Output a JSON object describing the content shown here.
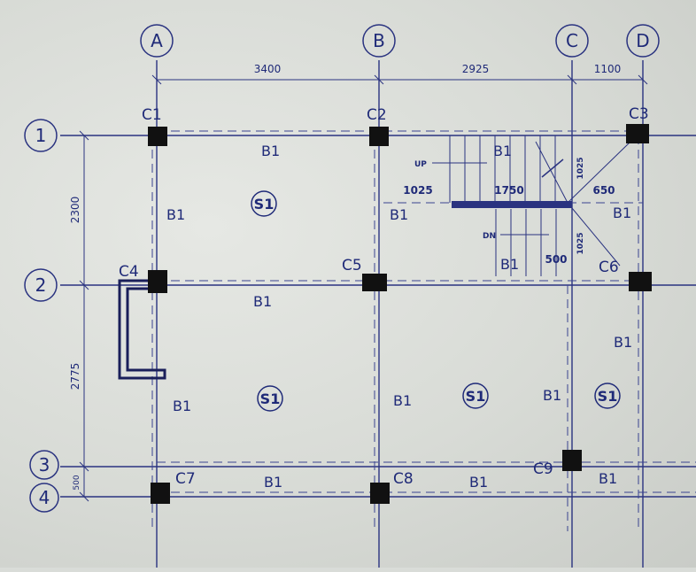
{
  "grid": {
    "columns": [
      "A",
      "B",
      "C",
      "D"
    ],
    "rows": [
      "1",
      "2",
      "3",
      "4"
    ]
  },
  "dimensions": {
    "horizontal": [
      "3400",
      "2925",
      "1100"
    ],
    "vertical": [
      "2300",
      "2775",
      "500"
    ]
  },
  "column_labels": [
    "C1",
    "C2",
    "C3",
    "C4",
    "C5",
    "C6",
    "C7",
    "C8",
    "C9"
  ],
  "beam_label": "B1",
  "slab_label": "S1",
  "stair": {
    "up": "UP",
    "down": "DN",
    "dims": [
      "1025",
      "1750",
      "1025",
      "650",
      "500",
      "1025"
    ]
  },
  "colors": {
    "ink": "#1f2a78",
    "column_fill": "#111111",
    "paper": "#dcdfda"
  }
}
